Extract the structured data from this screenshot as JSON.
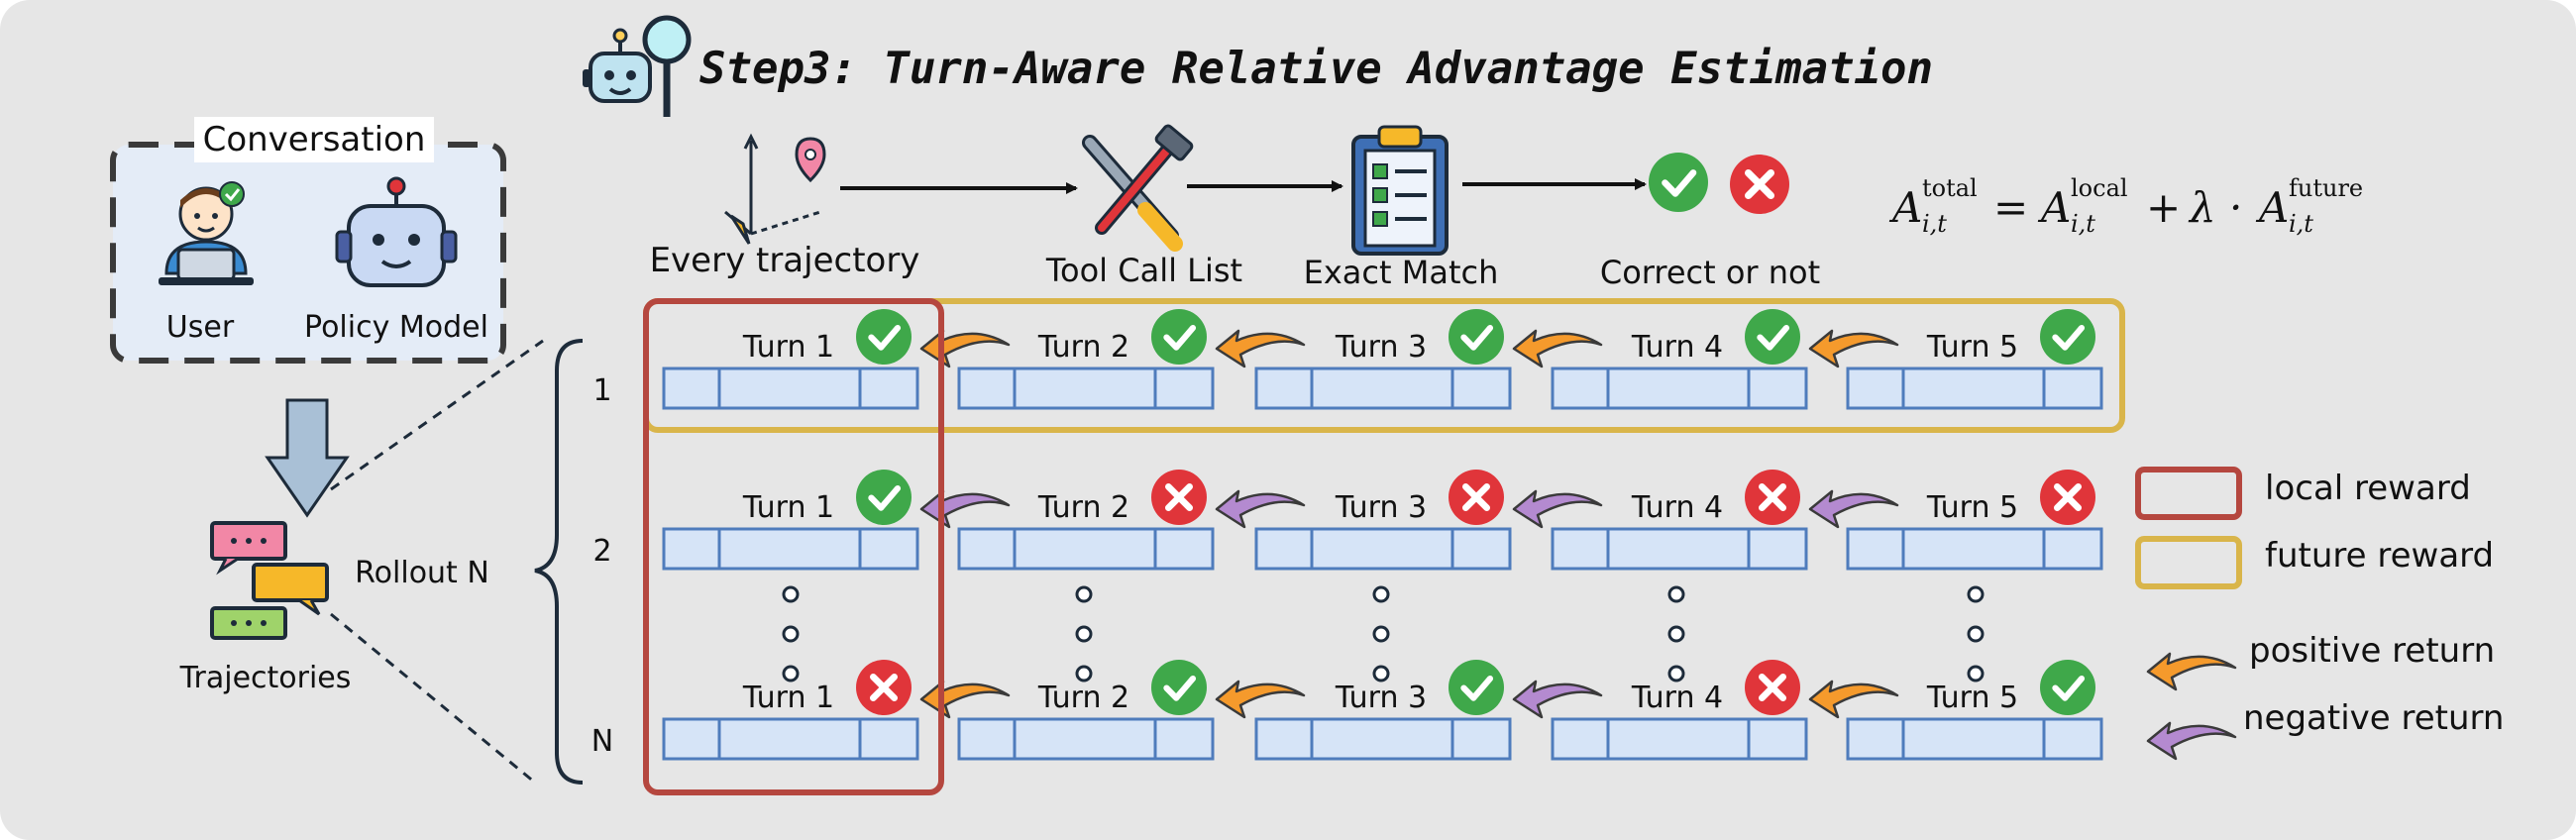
{
  "title": "Step3: Turn-Aware Relative Advantage Estimation",
  "conversation": {
    "label": "Conversation",
    "user_label": "User",
    "model_label": "Policy Model"
  },
  "trajectories_label": "Trajectories",
  "rollout_label": "Rollout N",
  "pipeline": {
    "steps": [
      "Every trajectory",
      "Tool Call List",
      "Exact Match",
      "Correct or not"
    ]
  },
  "formula": {
    "lhs": "A",
    "lhs_sup": "total",
    "lhs_sub": "i,t",
    "eq": "=",
    "t1": "A",
    "t1_sup": "local",
    "t1_sub": "i,t",
    "plus": "+",
    "lambda": "λ ·",
    "t2": "A",
    "t2_sup": "future",
    "t2_sub": "i,t"
  },
  "rows": [
    {
      "label": "1",
      "turns": [
        "Turn 1",
        "Turn 2",
        "Turn 3",
        "Turn 4",
        "Turn 5"
      ],
      "results": [
        "correct",
        "correct",
        "correct",
        "correct",
        "correct"
      ],
      "returns": [
        "positive",
        "positive",
        "positive",
        "positive"
      ]
    },
    {
      "label": "2",
      "turns": [
        "Turn 1",
        "Turn 2",
        "Turn 3",
        "Turn 4",
        "Turn 5"
      ],
      "results": [
        "correct",
        "incorrect",
        "incorrect",
        "incorrect",
        "incorrect"
      ],
      "returns": [
        "negative",
        "negative",
        "negative",
        "negative"
      ]
    },
    {
      "label": "N",
      "turns": [
        "Turn 1",
        "Turn 2",
        "Turn 3",
        "Turn 4",
        "Turn 5"
      ],
      "results": [
        "incorrect",
        "correct",
        "correct",
        "incorrect",
        "correct"
      ],
      "returns": [
        "positive",
        "positive",
        "negative",
        "positive"
      ]
    }
  ],
  "legend": {
    "local_reward": "local reward",
    "future_reward": "future reward",
    "positive_return": "positive return",
    "negative_return": "negative return"
  },
  "colors": {
    "background": "#e6e6e6",
    "local_reward": "#b5473f",
    "future_reward": "#d9b54a",
    "positive_return": "#f59a2c",
    "negative_return": "#b48ad0",
    "correct": "#3fa84a",
    "incorrect": "#e0353a",
    "cell_fill": "#d6e4f7",
    "cell_stroke": "#4f7cbc"
  }
}
